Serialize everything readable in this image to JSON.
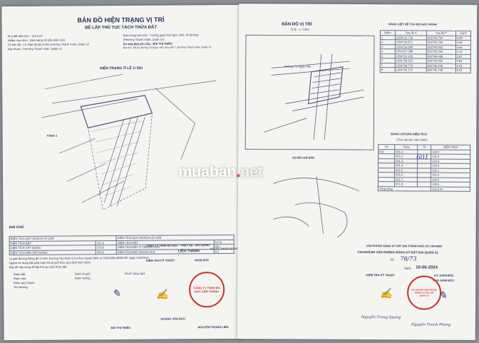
{
  "left": {
    "title": "BẢN ĐỒ HIỆN TRẠNG VỊ TRÍ",
    "subtitle": "ĐỂ LẬP THỦ TỤC TÁCH THỬA ĐẤT",
    "info_lines": [
      "Khu đất diện tích : 123,3 m²",
      "Nhằm mục đích : (làm bảng chỉ dẫn diện tích)",
      "Tờ bản đồ : 14, Bản đồ địa chính phường Thạnh Xuân, Quận 12",
      "Nay thuộc : Phường Thạnh Xuân, Quận 12"
    ],
    "info_right_lines": [
      "Hiện trạng bên trên : Tường gạch mái ngói, hiên, đổ đường",
      "(Phường Thạnh Xuân, Quận 12)",
      "Do ông (bà) yêu cầu : BÙI THỊ THIỀU",
      "Địa chỉ : 49/14, đường TX Ngọc Văn, khu phố 7, phường Thạnh Xuân, Quận 12"
    ],
    "plan_title": "HIỆN TRẠNG TỈ LỆ 1/ 500",
    "floor_label": "TẦNG 1",
    "notes_title": "GHI CHÚ",
    "area_rows": [
      [
        "DIỆN TÍCH ĐẤT",
        "117,6",
        "DIỆN TÍCH ĐẤT",
        "117,6"
      ],
      [
        "DIỆN TÍCH XÂY DỰNG",
        "123,3",
        "DIỆN TÍCH ĐẤT Ở TRONG SCN",
        "93,1"
      ],
      [
        "DIỆN TÍCH SÀN XÂY DỰNG",
        "350,3",
        "DIỆN TÍCH ĐẤT NGOÀI SCN",
        "3,3"
      ]
    ],
    "area_header_left": "DIỆN TÍCH QUY HOẠCH LỘ GIỚI",
    "area_header_right": "DIỆN TÍCH QUY HOẠCH LỘ GIỚI",
    "legend_items": [
      "Ranh đất",
      "Ranh nhà",
      "Ranh quy hoạch",
      "Tim đường",
      "Ranh lộ giới",
      "Ranh tường",
      "HLAT sông ngòi"
    ],
    "notes_lines": [
      "Lộ giới đường Bồng Bồ 13 âm, Đường Tây Nam 4,5m theo Quyết định số 1026/QĐ-UBND-ĐT ngày 11/6/2013.",
      "Người sử dụng đất phải tuân thủ lộ giới theo quy định hiện hành.",
      "Bản đồ này dùng để lập thủ tục tách thửa đất."
    ],
    "footer_left_label": "NGƯỜI NHẬN ĐỦ ĐIỀU KIỆN",
    "footer_left_name": "BÙI THỊ THIỀU",
    "footer_mid_label": "CÔNG TY TNHH ĐO ĐẠC - THIẾT KẾ - XÂY DỰNG",
    "footer_company": "LIÊN THÀNH",
    "footer_check_label": "KIỂM TRA KỸ THUẬT",
    "footer_director_label": "GIÁM ĐỐC",
    "footer_survey_name": "HOÀNG VĂN BẢO",
    "footer_director_name": "NGUYỄN TRỌNG LIÊN",
    "stamp_text": "CÔNG TY TNHH ĐO ĐẠC LIÊN THÀNH"
  },
  "right": {
    "title": "BẢN ĐỒ VỊ TRÍ",
    "scale": "Tỷ lệ : 1 / 1000",
    "coords_title": "BẢNG LIỆT KÊ TỌA ĐỘ GÓC RANH",
    "coords_headers": [
      "Điểm",
      "Tọa độ X",
      "Tọa độ Y",
      "Cạnh"
    ],
    "coords_rows": [
      [
        "1",
        "1204715.776",
        "602745.754",
        "4.09"
      ],
      [
        "2",
        "1204715.871",
        "602745.764",
        "4.05"
      ],
      [
        "3",
        "1204716.084",
        "602740.453",
        "4.64"
      ],
      [
        "4",
        "1204727.389",
        "602735.442",
        "3.13"
      ],
      [
        "5",
        "1204731.136",
        "602740.439",
        "3.87"
      ],
      [
        "6",
        "1204728.313",
        "602740.452",
        "4.83"
      ],
      [
        "7",
        "1204728.770",
        "602746.440",
        "4.42"
      ],
      [
        "8",
        "1204726.170",
        "602745.749",
        "5.02"
      ]
    ],
    "street_label": "Đường TX Ngọc Văn",
    "area_table_title": "BẢNG CHỈ DẪN DIỆN TÍCH",
    "area_table_sub": "(Theo tài liệu năm 2005)",
    "area_headers": [
      "Tờ",
      "Thửa",
      "Tờ",
      "DIỆN TÍCH"
    ],
    "area_rows": [
      [
        "601",
        "601-1",
        "",
        "129.7"
      ],
      [
        "",
        "601-2",
        "",
        "131.6"
      ],
      [
        "",
        "601-3",
        "",
        "134.4"
      ],
      [
        "",
        "601-4",
        "",
        "123.3"
      ],
      [
        "",
        "601-5",
        "",
        "125.1"
      ],
      [
        "",
        "601-6",
        "",
        "125.3"
      ],
      [
        "",
        "601-7",
        "",
        "125.2"
      ],
      [
        "",
        "601-8",
        "",
        "128.5"
      ]
    ],
    "area_total_label": "Tổng cộng",
    "area_total_value": "123,3 m²",
    "handwritten_note": "601",
    "guide_title": "SƠ ĐỒ CHỈ DẪN",
    "agency_line1": "VĂN PHÒNG ĐĂNG KÝ ĐẤT ĐAI THÀNH PHỐ HỒ CHÍ MINH",
    "agency_line2": "CHI NHÁNH VĂN PHÒNG ĐĂNG KÝ ĐẤT ĐAI QUẬN 12",
    "reg_number_label": "Số :",
    "reg_number_value": "78/73",
    "date_label": "Ngày",
    "date_value": "10-06-2024",
    "checker_label": "KIỂM TRA KỸ THUẬT",
    "checker_name": "Nguyễn Trung Quang",
    "director_label": "KT. GIÁM ĐỐC",
    "director_role": "PHÓ GIÁM ĐỐC",
    "director_name": "Nguyễn Thanh Phong",
    "stamp_text": "CHI NHÁNH VĂN PHÒNG ĐĂNG KÝ ĐẤT ĐAI QUẬN 12"
  },
  "watermark": {
    "part1": "muabán",
    "dot": ".",
    "part2": "net"
  }
}
